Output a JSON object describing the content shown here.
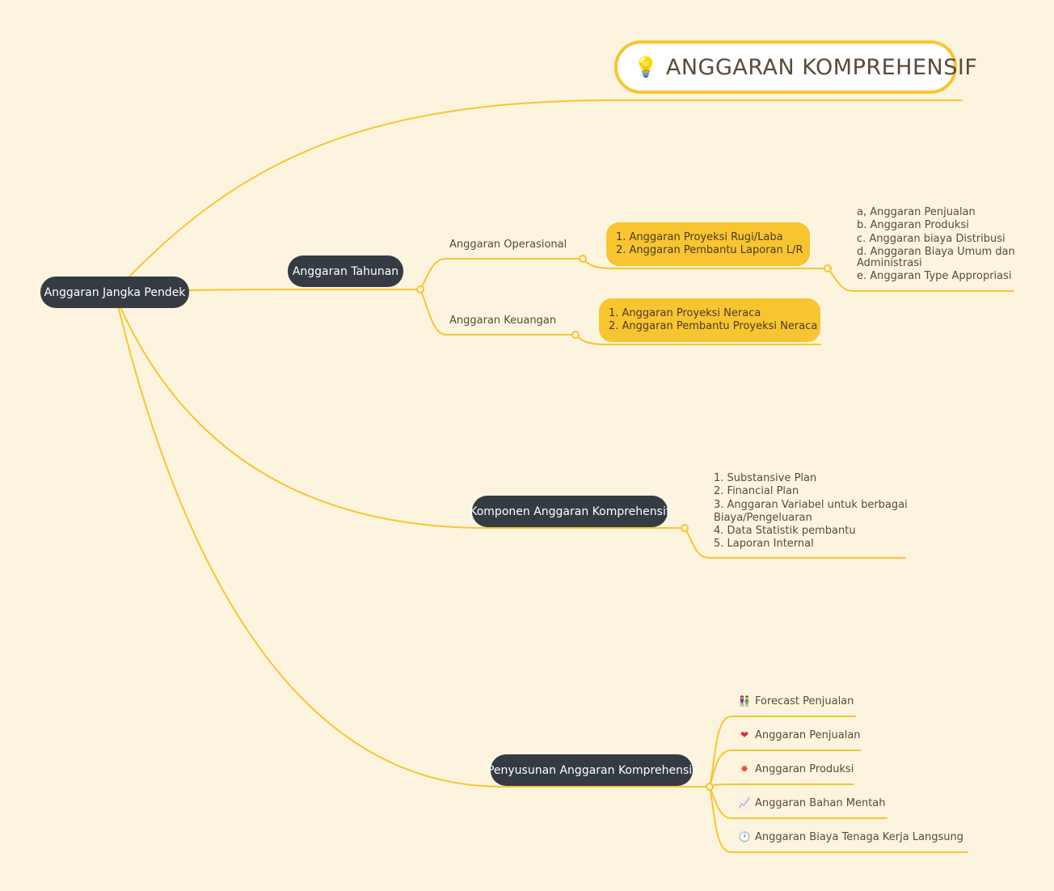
{
  "title": {
    "icon": "lightbulb-icon",
    "text": "ANGGARAN KOMPREHENSIF"
  },
  "root": {
    "label": "Anggaran Jangka Pendek"
  },
  "tahunan": {
    "label": "Anggaran Tahunan",
    "operasional": {
      "label": "Anggaran Operasional",
      "box": [
        "1. Anggaran Proyeksi Rugi/Laba",
        "2. Anggaran Pembantu Laporan L/R"
      ],
      "details": [
        "a, Anggaran Penjualan",
        "b. Anggaran Produksi",
        "c. Anggaran biaya Distribusi",
        "d. Anggaran Biaya Umum dan",
        "Administrasi",
        "e. Anggaran Type Appropriasi"
      ]
    },
    "keuangan": {
      "label": "Anggaran Keuangan",
      "box": [
        "1. Anggaran Proyeksi Neraca",
        "2. Anggaran Pembantu Proyeksi Neraca"
      ]
    }
  },
  "komponen": {
    "label": "Komponen Anggaran Komprehensif",
    "details": [
      "1. Substansive Plan",
      "2. Financial Plan",
      "3. Anggaran Variabel untuk berbagai",
      "Biaya/Pengeluaran",
      "4. Data Statistik pembantu",
      "5. Laporan Internal"
    ]
  },
  "penyusunan": {
    "label": "Penyusunan Anggaran Komprehensif",
    "items": [
      {
        "icon": "people-icon",
        "glyph": "👫",
        "label": "Forecast Penjualan"
      },
      {
        "icon": "heart-icon",
        "glyph": "❤",
        "label": "Anggaran Penjualan"
      },
      {
        "icon": "burst-icon",
        "glyph": "✸",
        "label": "Anggaran Produksi"
      },
      {
        "icon": "chart-icon",
        "glyph": "📈",
        "label": "Anggaran Bahan Mentah"
      },
      {
        "icon": "clock-icon",
        "glyph": "🕐",
        "label": "Anggaran Biaya Tenaga Kerja Langsung"
      }
    ]
  },
  "colors": {
    "background": "#fcf4de",
    "line": "#f8c531",
    "pill": "#353b43",
    "box": "#f8c531"
  }
}
